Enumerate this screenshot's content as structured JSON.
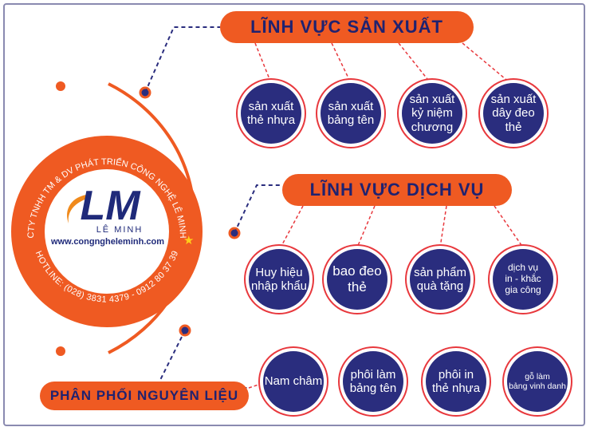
{
  "banners": {
    "production": "LĨNH VỰC SẢN XUẤT",
    "service": "LĨNH VỰC DỊCH VỤ",
    "distribution": "PHÂN PHỐI NGUYÊN LIỆU"
  },
  "production_items": [
    "sản xuất\nthẻ nhựa",
    "sản xuất\nbảng tên",
    "sản xuất\nkỷ niệm\nchương",
    "sản xuất\ndây đeo\nthẻ"
  ],
  "service_items": [
    "Huy hiệu\nnhập khẩu",
    "bao đeo\nthẻ",
    "sản phẩm\nquà tặng",
    "dịch vụ\nin - khắc\ngia công"
  ],
  "distribution_items": [
    "Nam châm",
    "phôi làm\nbảng tên",
    "phôi in\nthẻ nhựa",
    "gỗ làm\nbảng vinh danh"
  ],
  "logo": {
    "mark": "LM",
    "subtitle": "LÊ MINH",
    "website": "www.congngheleminh.com",
    "ring_top": "CTY TNHH TM & DV PHÁT TRIỂN CÔNG NGHỆ LÊ MINH",
    "ring_bottom": "HOTLINE: (028) 3831 4379 - 0912 80 37 39"
  },
  "colors": {
    "orange": "#ef5a22",
    "navy": "#2a2d7e",
    "red_dash": "#e8383d",
    "banner_text": "#1f2270"
  }
}
